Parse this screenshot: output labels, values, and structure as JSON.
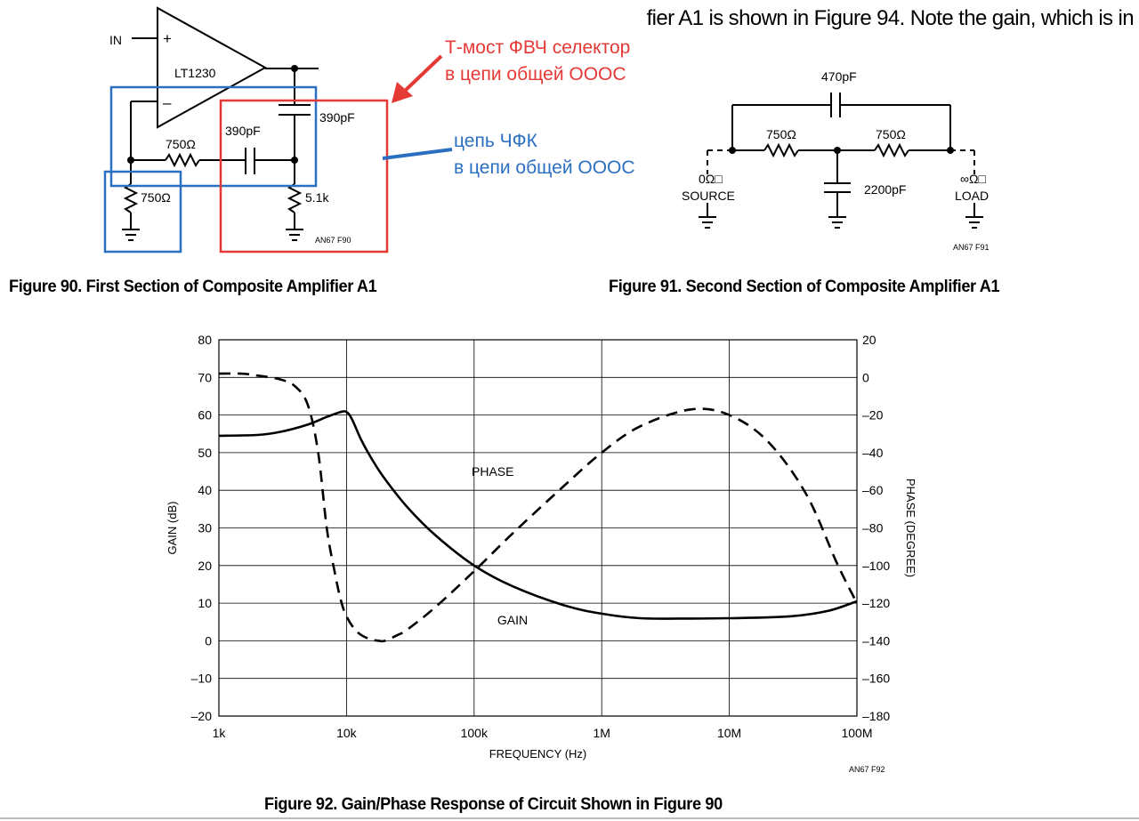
{
  "body_text": "fier A1 is shown in Figure 94. Note the gain, which is in",
  "figure90": {
    "caption": "Figure 90. First Section of Composite Amplifier A1",
    "opamp_label": "LT1230",
    "in_label": "IN",
    "plus": "+",
    "minus": "–",
    "r_series": "750Ω",
    "r_ground": "750Ω",
    "c_series": "390pF",
    "c_top": "390pF",
    "r_bottom": "5.1k",
    "code": "AN67 F90"
  },
  "annotations": {
    "red_line1": "Т-мост ФВЧ селектор",
    "red_line2": "в цепи общей ОООС",
    "blue_line1": "цепь ЧФК",
    "blue_line2": "в цепи общей ОООС",
    "red_color": "#e53935",
    "blue_color": "#2b6fc2"
  },
  "figure91": {
    "caption": "Figure 91. Second Section of Composite Amplifier A1",
    "c_top": "470pF",
    "r_left": "750Ω",
    "r_right": "750Ω",
    "c_shunt": "2200pF",
    "source_value": "0Ω□",
    "source_label": "SOURCE",
    "load_value": "∞Ω□",
    "load_label": "LOAD",
    "code": "AN67 F91"
  },
  "figure92": {
    "caption": "Figure 92. Gain/Phase Response of Circuit Shown in Figure 90",
    "code": "AN67 F92"
  },
  "chart_data": {
    "type": "line",
    "title": "",
    "xlabel": "FREQUENCY (Hz)",
    "ylabel": "GAIN (dB)",
    "ylabel_right": "PHASE (DEGREE)",
    "xscale": "log",
    "xlim": [
      1000,
      100000000
    ],
    "ylim": [
      -20,
      80
    ],
    "ylim_right": [
      -180,
      20
    ],
    "x_ticks": [
      1000,
      10000,
      100000,
      1000000,
      10000000,
      100000000
    ],
    "x_tick_labels": [
      "1k",
      "10k",
      "100k",
      "1M",
      "10M",
      "100M"
    ],
    "y_ticks": [
      -20,
      -10,
      0,
      10,
      20,
      30,
      40,
      50,
      60,
      70,
      80
    ],
    "y_tick_labels": [
      "–20",
      "–10",
      "0",
      "10",
      "20",
      "30",
      "40",
      "50",
      "60",
      "70",
      "80"
    ],
    "y_right_ticks": [
      -180,
      -160,
      -140,
      -120,
      -100,
      -80,
      -60,
      -40,
      -20,
      0,
      20
    ],
    "y_right_tick_labels": [
      "–180",
      "–160",
      "–140",
      "–120",
      "–100",
      "–80",
      "–60",
      "–40",
      "–20",
      "0",
      "20"
    ],
    "grid": true,
    "series": [
      {
        "name": "GAIN",
        "axis": "left",
        "style": "solid",
        "x": [
          1000,
          2000,
          3000,
          5000,
          7000,
          9000,
          10000,
          11000,
          13000,
          16000,
          20000,
          30000,
          50000,
          100000,
          200000,
          500000,
          1000000,
          2000000,
          5000000,
          10000000,
          30000000,
          60000000,
          100000000
        ],
        "y": [
          54.5,
          54.7,
          55.5,
          57.5,
          59.5,
          60.8,
          60.8,
          59.0,
          53.5,
          48.0,
          43.0,
          35.5,
          28.0,
          20.0,
          14.5,
          9.5,
          7.2,
          6.0,
          5.9,
          6.0,
          6.5,
          8.0,
          10.5
        ]
      },
      {
        "name": "PHASE",
        "axis": "right",
        "style": "dashed",
        "x": [
          1000,
          1500,
          2000,
          3000,
          4000,
          5000,
          6000,
          7000,
          8000,
          9000,
          10000,
          12000,
          15000,
          18000,
          20000,
          25000,
          30000,
          50000,
          100000,
          200000,
          500000,
          1000000,
          2000000,
          5000000,
          10000000,
          20000000,
          40000000,
          70000000,
          100000000
        ],
        "y": [
          2,
          2,
          1,
          -1,
          -5,
          -15,
          -40,
          -80,
          -102,
          -118,
          -127,
          -135,
          -139,
          -140,
          -140,
          -137,
          -134,
          -122,
          -103,
          -83,
          -58,
          -40,
          -26,
          -17,
          -20,
          -34,
          -62,
          -99,
          -120
        ]
      }
    ],
    "annotations": [
      {
        "text": "PHASE",
        "x": 140000,
        "y": 45
      },
      {
        "text": "GAIN",
        "x": 200000,
        "y": 5.5
      }
    ]
  }
}
